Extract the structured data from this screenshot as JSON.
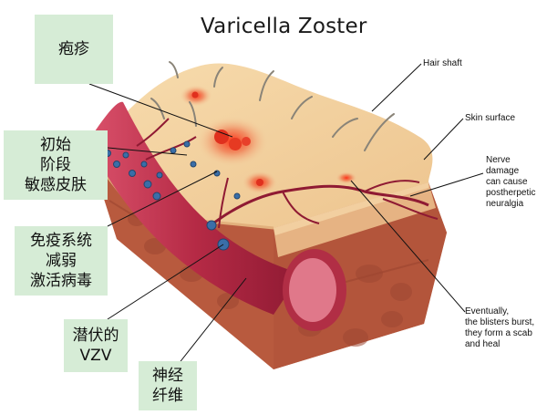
{
  "title": "Varicella Zoster",
  "english_labels": {
    "hair_shaft": "Hair shaft",
    "skin_surface": "Skin surface",
    "nerve_damage": [
      "Nerve",
      "damage",
      "can cause",
      "postherpetic",
      "neuralgia"
    ],
    "eventually": [
      "Eventually,",
      "the blisters burst,",
      "they form a scab",
      "and heal"
    ]
  },
  "chinese_labels": {
    "rash": [
      "疱疹"
    ],
    "initial_stage": [
      "初始",
      "阶段",
      "敏感皮肤"
    ],
    "immune_reduced": [
      "免疫系统",
      "减弱",
      "激活病毒"
    ],
    "latent_vzv": [
      "潜伏的",
      "VZV"
    ],
    "nerve_fiber": [
      "神经",
      "纤维"
    ]
  },
  "colors": {
    "label_box": "#d6ecd6",
    "skin_top": "#f3d3a2",
    "dermis": "#c86a45",
    "subcutis": "#a8523a",
    "nerve": "#c23a4f",
    "blister": "#e0301e",
    "virus": "#3a6ea8"
  }
}
